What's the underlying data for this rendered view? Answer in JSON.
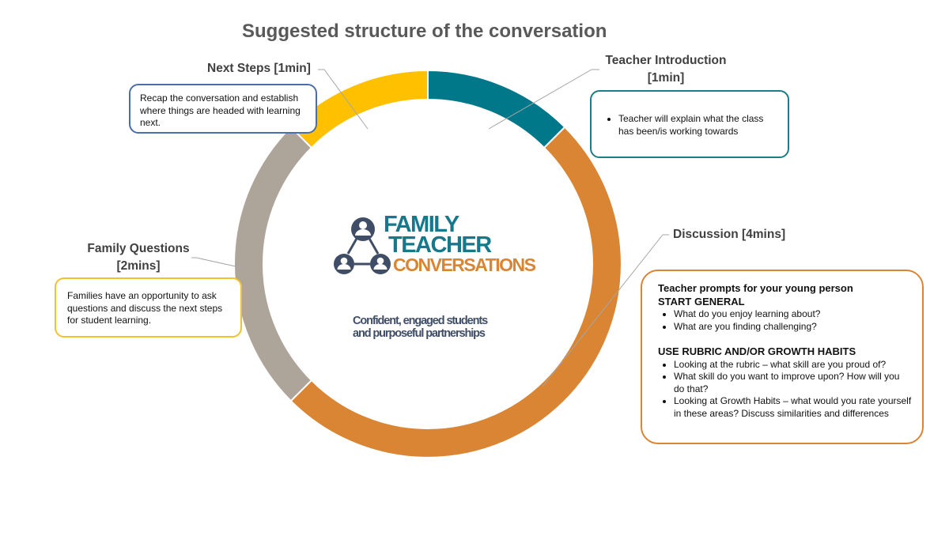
{
  "title": "Suggested structure of the conversation",
  "colors": {
    "teacher_intro": "#00788a",
    "discussion": "#d98533",
    "family_questions": "#ada59a",
    "next_steps": "#ffc000",
    "box_next_steps": "#4a6ea8",
    "box_family": "#f2c12e",
    "logo_teal": "#16788a",
    "logo_orange": "#d98533",
    "logo_navy": "#3f4e66"
  },
  "segments": [
    {
      "key": "teacher_intro",
      "minutes": 1
    },
    {
      "key": "discussion",
      "minutes": 4
    },
    {
      "key": "family_questions",
      "minutes": 2
    },
    {
      "key": "next_steps",
      "minutes": 1
    }
  ],
  "teacher_intro": {
    "label_line1": "Teacher Introduction",
    "label_line2": "[1min]",
    "bullets": [
      "Teacher will explain what the class has been/is working towards"
    ]
  },
  "discussion": {
    "label": "Discussion [4mins]",
    "lead": "Teacher prompts for your young person",
    "heading1": "START GENERAL",
    "bullets1": [
      "What do you enjoy learning about?",
      "What are you finding challenging?"
    ],
    "heading2": "USE RUBRIC AND/OR GROWTH HABITS",
    "bullets2": [
      "Looking at the rubric – what skill are you proud of?",
      "What skill do you want to improve upon? How will you do that?",
      "Looking at Growth Habits – what would you rate yourself in these areas? Discuss similarities and differences"
    ]
  },
  "family_questions": {
    "label_line1": "Family Questions",
    "label_line2": "[2mins]",
    "text": "Families have an opportunity to ask questions and discuss the next steps for student learning."
  },
  "next_steps": {
    "label": "Next Steps [1min]",
    "text": "Recap the conversation and establish where things are headed with learning next."
  },
  "logo": {
    "line1": "FAMILY",
    "line2": "TEACHER",
    "line3": "CONVERSATIONS",
    "icon": "people-network-icon"
  },
  "tagline": {
    "line1": "Confident, engaged students",
    "line2": "and purposeful partnerships"
  }
}
